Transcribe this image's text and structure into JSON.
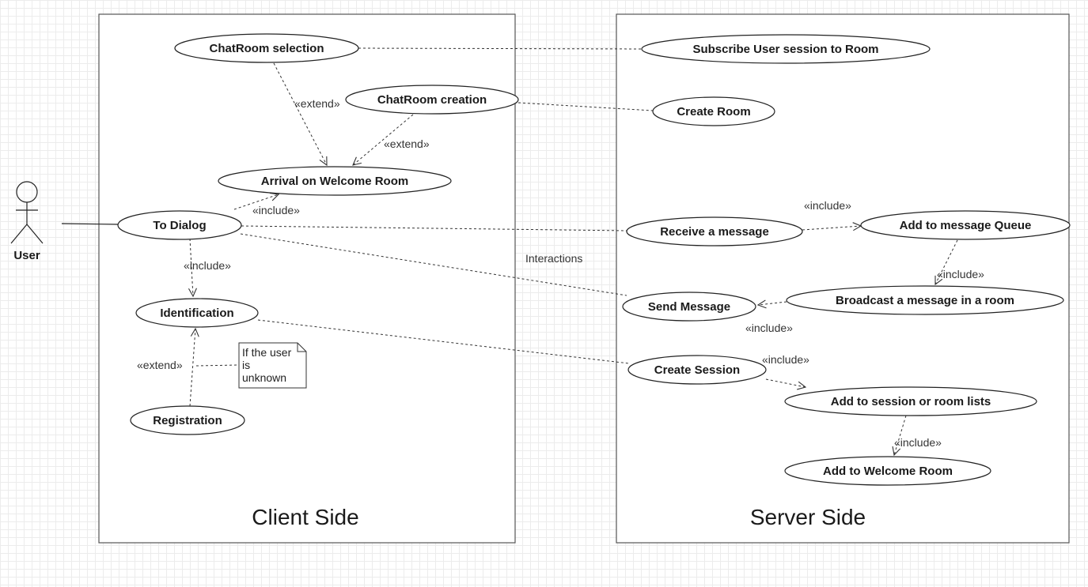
{
  "actor": {
    "label": "User"
  },
  "boundaries": {
    "client": {
      "title": "Client Side"
    },
    "server": {
      "title": "Server Side"
    }
  },
  "use_cases": {
    "chatroom_selection": "ChatRoom selection",
    "chatroom_creation": "ChatRoom creation",
    "arrival_welcome_room": "Arrival on Welcome Room",
    "to_dialog": "To Dialog",
    "identification": "Identification",
    "registration": "Registration",
    "subscribe_user_session": "Subscribe User session to Room",
    "create_room": "Create Room",
    "receive_message": "Receive a message",
    "add_to_queue": "Add to message Queue",
    "broadcast_message": "Broadcast a message in a room",
    "send_message": "Send Message",
    "create_session": "Create Session",
    "add_to_lists": "Add to session or room lists",
    "add_to_welcome_room": "Add to Welcome Room"
  },
  "note": {
    "lines": [
      "If the user",
      "is",
      "unknown"
    ]
  },
  "labels": {
    "extend_selection": "«extend»",
    "extend_creation": "«extend»",
    "include_dialog_arrival": "«include»",
    "include_dialog_identification": "«include»",
    "extend_registration": "«extend»",
    "interactions": "Interactions",
    "include_receive_queue": "«include»",
    "include_queue_broadcast": "«include»",
    "include_broadcast_send": "«include»",
    "include_session_lists": "«include»",
    "include_lists_welcome": "«include»"
  }
}
